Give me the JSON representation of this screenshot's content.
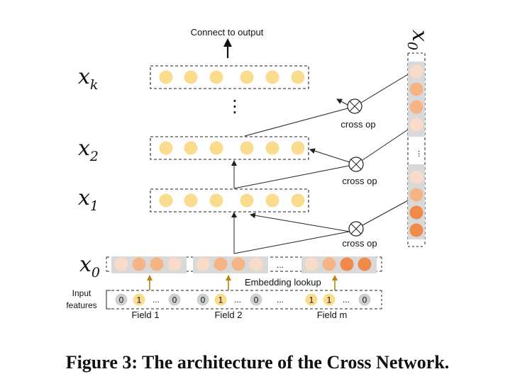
{
  "labels": {
    "connect": "Connect to output",
    "cross_op": "cross op",
    "embedding": "Embedding lookup",
    "input_line1": "Input",
    "input_line2": "features",
    "field1": "Field 1",
    "field2": "Field 2",
    "fieldm": "Field m",
    "ellipsis": "...",
    "vdots": "⋮",
    "caption": "Figure 3: The architecture of the Cross Network."
  },
  "math": {
    "x": "x",
    "sub_k": "k",
    "sub_2": "2",
    "sub_1": "1",
    "sub_0": "0",
    "x0_vertical": "x0"
  },
  "input_fields": [
    {
      "values": [
        "0",
        "1",
        "...",
        "0"
      ]
    },
    {
      "values": [
        "0",
        "1",
        "...",
        "0"
      ]
    },
    {
      "values": [
        "1",
        "1",
        "...",
        "0"
      ]
    }
  ],
  "colors": {
    "layer_node": "#f9dc8e",
    "emb_light": "#f8dcc9",
    "emb_mid": "#f6b486",
    "emb_dark": "#ef8a4a",
    "grey_bg": "#d9d9d9",
    "input_grey": "#cfcfcf",
    "input_yellow": "#f9dc8e",
    "arrow_gold": "#b8860b"
  }
}
